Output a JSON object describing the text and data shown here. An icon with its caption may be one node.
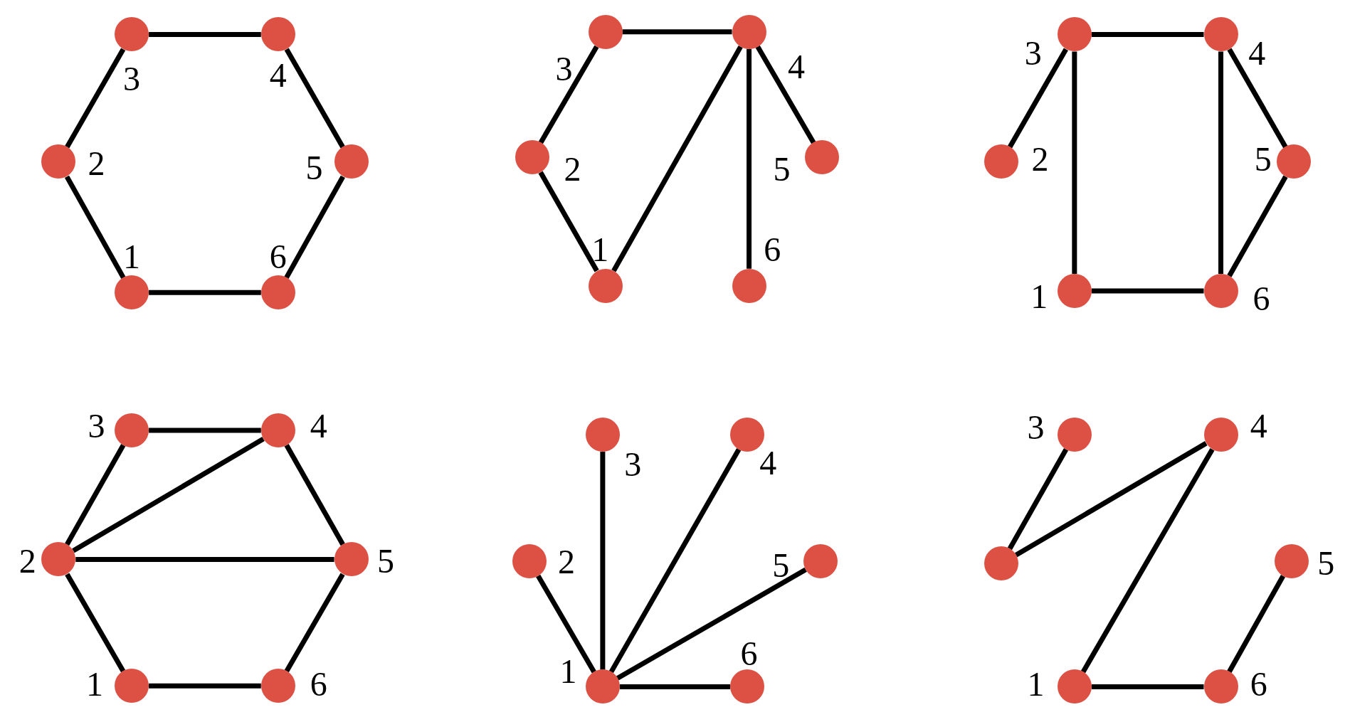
{
  "diagram": {
    "nodes": [
      {
        "text": [],
        "shape": "circle",
        "beside": [
          "3"
        ]
      },
      {
        "text": [],
        "shape": "circle",
        "beside": [
          "4"
        ]
      },
      {
        "text": [],
        "shape": "circle",
        "beside": [
          "2"
        ]
      },
      {
        "text": [],
        "shape": "circle",
        "beside": [
          "5"
        ]
      },
      {
        "text": [],
        "shape": "circle",
        "beside": [
          "1"
        ]
      },
      {
        "text": [],
        "shape": "circle",
        "beside": [
          "6"
        ]
      },
      {
        "text": [],
        "shape": "circle",
        "beside": [
          "3"
        ]
      },
      {
        "text": [],
        "shape": "circle",
        "beside": [
          "4"
        ]
      },
      {
        "text": [],
        "shape": "circle",
        "beside": [
          "2"
        ]
      },
      {
        "text": [],
        "shape": "circle",
        "beside": [
          "5"
        ]
      },
      {
        "text": [],
        "shape": "circle",
        "beside": [
          "1"
        ]
      },
      {
        "text": [],
        "shape": "circle",
        "beside": [
          "6"
        ]
      },
      {
        "text": [],
        "shape": "circle",
        "beside": [
          "3"
        ]
      },
      {
        "text": [],
        "shape": "circle",
        "beside": [
          "4"
        ]
      },
      {
        "text": [],
        "shape": "circle",
        "beside": [
          "2"
        ]
      },
      {
        "text": [],
        "shape": "circle",
        "beside": [
          "5"
        ]
      },
      {
        "text": [],
        "shape": "circle",
        "beside": [
          "1"
        ]
      },
      {
        "text": [],
        "shape": "circle",
        "beside": [
          "6"
        ]
      },
      {
        "text": [],
        "shape": "circle",
        "beside": [
          "3"
        ]
      },
      {
        "text": [],
        "shape": "circle",
        "beside": [
          "4"
        ]
      },
      {
        "text": [],
        "shape": "circle",
        "beside": [
          "2"
        ]
      },
      {
        "text": [],
        "shape": "circle",
        "beside": [
          "5"
        ]
      },
      {
        "text": [],
        "shape": "circle",
        "beside": [
          "1"
        ]
      },
      {
        "text": [],
        "shape": "circle",
        "beside": [
          "6"
        ]
      },
      {
        "text": [],
        "shape": "circle",
        "beside": [
          "3"
        ]
      },
      {
        "text": [],
        "shape": "circle",
        "beside": [
          "4"
        ]
      },
      {
        "text": [],
        "shape": "circle",
        "beside": [
          "2"
        ]
      },
      {
        "text": [],
        "shape": "circle",
        "beside": [
          "5"
        ]
      },
      {
        "text": [],
        "shape": "circle",
        "beside": [
          "1"
        ]
      },
      {
        "text": [],
        "shape": "circle",
        "beside": [
          "6"
        ]
      },
      {
        "text": [],
        "shape": "circle",
        "beside": [
          "3"
        ]
      },
      {
        "text": [],
        "shape": "circle",
        "beside": [
          "4"
        ]
      },
      {
        "text": [],
        "shape": "circle"
      },
      {
        "text": [],
        "shape": "circle",
        "beside": [
          "5"
        ]
      },
      {
        "text": [],
        "shape": "circle",
        "beside": [
          "1"
        ]
      },
      {
        "text": [],
        "shape": "circle",
        "beside": [
          "6"
        ]
      }
    ],
    "edges": [
      {
        "from": 0,
        "to": 1,
        "arrow": "none"
      },
      {
        "from": 1,
        "to": 3,
        "arrow": "none"
      },
      {
        "from": 3,
        "to": 5,
        "arrow": "none"
      },
      {
        "from": 4,
        "to": 5,
        "arrow": "none"
      },
      {
        "from": 4,
        "to": 2,
        "arrow": "none"
      },
      {
        "from": 2,
        "to": 0,
        "arrow": "none"
      },
      {
        "from": 6,
        "to": 7,
        "arrow": "none"
      },
      {
        "from": 6,
        "to": 8,
        "arrow": "none"
      },
      {
        "from": 8,
        "to": 10,
        "arrow": "none"
      },
      {
        "from": 10,
        "to": 7,
        "arrow": "none"
      },
      {
        "from": 7,
        "to": 9,
        "arrow": "none"
      },
      {
        "from": 7,
        "to": 11,
        "arrow": "none"
      },
      {
        "from": 12,
        "to": 13,
        "arrow": "none"
      },
      {
        "from": 12,
        "to": 14,
        "arrow": "none"
      },
      {
        "from": 12,
        "to": 16,
        "arrow": "none"
      },
      {
        "from": 16,
        "to": 17,
        "arrow": "none"
      },
      {
        "from": 13,
        "to": 17,
        "arrow": "none"
      },
      {
        "from": 13,
        "to": 15,
        "arrow": "none"
      },
      {
        "from": 15,
        "to": 17,
        "arrow": "none"
      },
      {
        "from": 18,
        "to": 19,
        "arrow": "none"
      },
      {
        "from": 18,
        "to": 20,
        "arrow": "none"
      },
      {
        "from": 20,
        "to": 19,
        "arrow": "none"
      },
      {
        "from": 20,
        "to": 21,
        "arrow": "none"
      },
      {
        "from": 19,
        "to": 21,
        "arrow": "none"
      },
      {
        "from": 20,
        "to": 22,
        "arrow": "none"
      },
      {
        "from": 22,
        "to": 23,
        "arrow": "none"
      },
      {
        "from": 23,
        "to": 21,
        "arrow": "none"
      },
      {
        "from": 28,
        "to": 24,
        "arrow": "none"
      },
      {
        "from": 28,
        "to": 25,
        "arrow": "none"
      },
      {
        "from": 28,
        "to": 27,
        "arrow": "none"
      },
      {
        "from": 28,
        "to": 26,
        "arrow": "none"
      },
      {
        "from": 28,
        "to": 29,
        "arrow": "none"
      },
      {
        "from": 30,
        "to": 32,
        "arrow": "none"
      },
      {
        "from": 32,
        "to": 31,
        "arrow": "none"
      },
      {
        "from": 31,
        "to": 34,
        "arrow": "none"
      },
      {
        "from": 34,
        "to": 35,
        "arrow": "none"
      },
      {
        "from": 35,
        "to": 33,
        "arrow": "none"
      }
    ]
  }
}
